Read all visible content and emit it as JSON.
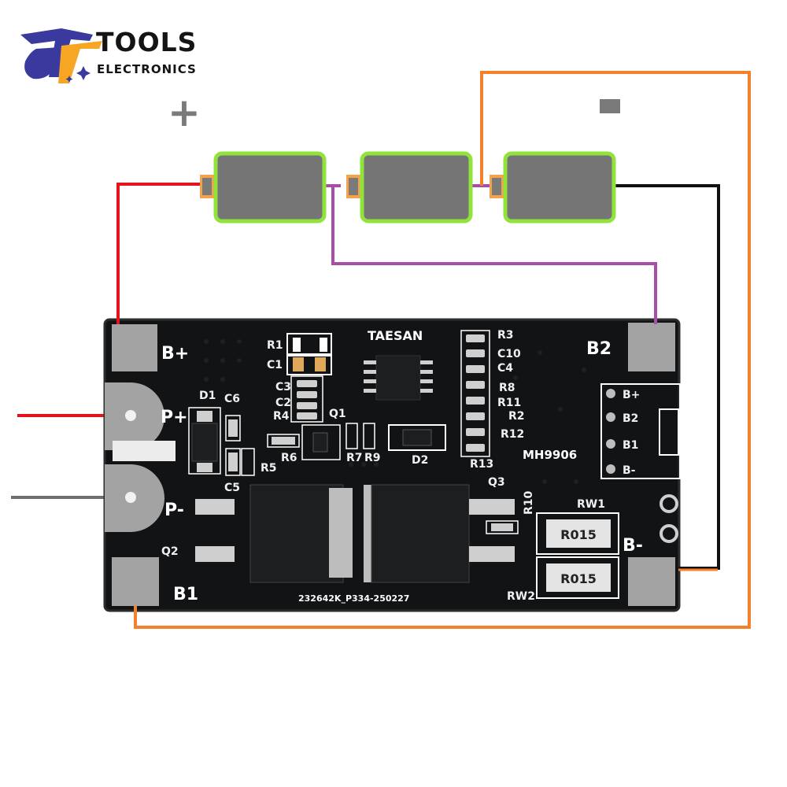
{
  "brand": {
    "name": "TOOLS",
    "tagline": "ELECTRONICS"
  },
  "polarity": {
    "positive": "+",
    "negative": "-"
  },
  "board": {
    "maker": "TAESAN",
    "part_number": "232642K_P334-250227",
    "model": "MH9906",
    "pads": {
      "b_plus": "B+",
      "b2": "B2",
      "b1": "B1",
      "p_plus": "P+",
      "p_minus": "P-",
      "b_minus": "B-"
    },
    "connector_pins": [
      "B+",
      "B2",
      "B1",
      "B-"
    ],
    "components": {
      "r1": "R1",
      "c1": "C1",
      "c3": "C3",
      "c2": "C2",
      "r4": "R4",
      "q1": "Q1",
      "d1": "D1",
      "c6": "C6",
      "r6": "R6",
      "r7": "R7",
      "r9": "R9",
      "d2": "D2",
      "r5": "R5",
      "c5": "C5",
      "q2": "Q2",
      "q3": "Q3",
      "r10": "R10",
      "r3": "R3",
      "c10": "C10",
      "c4": "C4",
      "r8": "R8",
      "r11": "R11",
      "r2": "R2",
      "r12": "R12",
      "r13": "R13",
      "rw1": "RW1",
      "rw2": "RW2"
    },
    "shunt_marking": "R015"
  },
  "wire_colors": {
    "red": "#e3141b",
    "purple": "#a64ea8",
    "orange": "#f4802c",
    "black": "#111111",
    "gray": "#6f6f6f"
  },
  "colors": {
    "battery_body": "#757575",
    "battery_outline": "#8fe33a",
    "terminal": "#f6a24a",
    "pcb": "#111315",
    "pad": "#a3a3a3"
  }
}
